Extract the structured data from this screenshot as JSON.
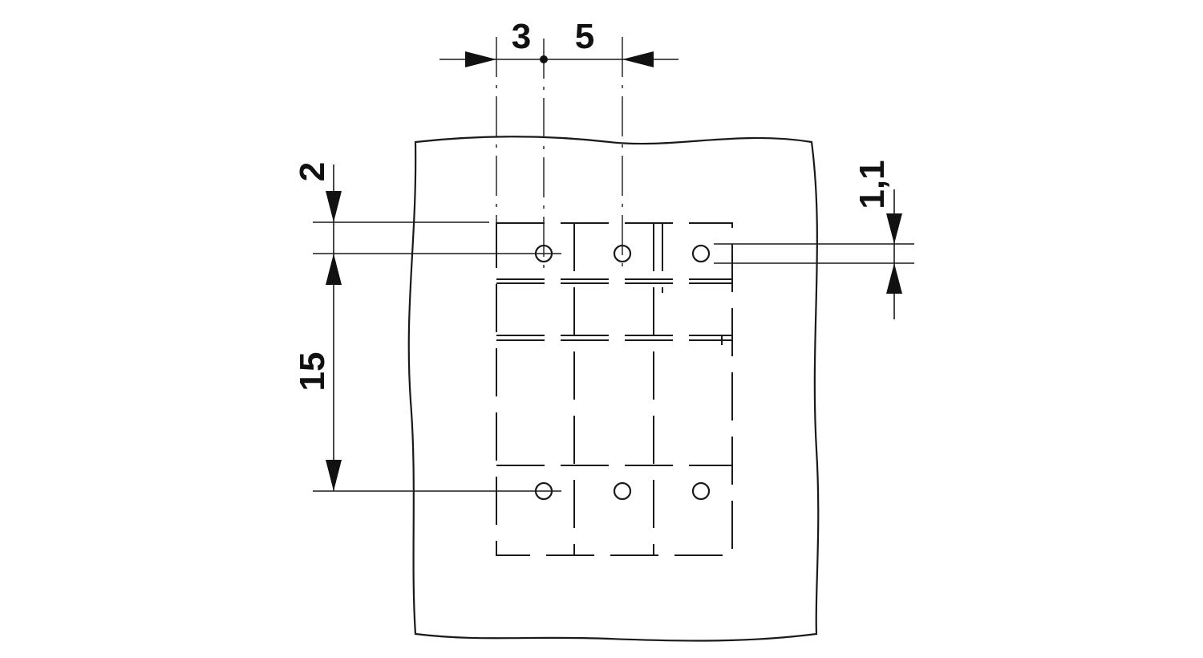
{
  "drawing": {
    "dimensions": {
      "pitch_left": "3",
      "pitch_right": "5",
      "offset_top": "2",
      "row_spacing": "15",
      "hole_diameter": "1,1"
    },
    "hole_rows": 2,
    "holes_per_row": 3,
    "colors": {
      "line": "#1a1a1a",
      "background": "#ffffff"
    }
  }
}
